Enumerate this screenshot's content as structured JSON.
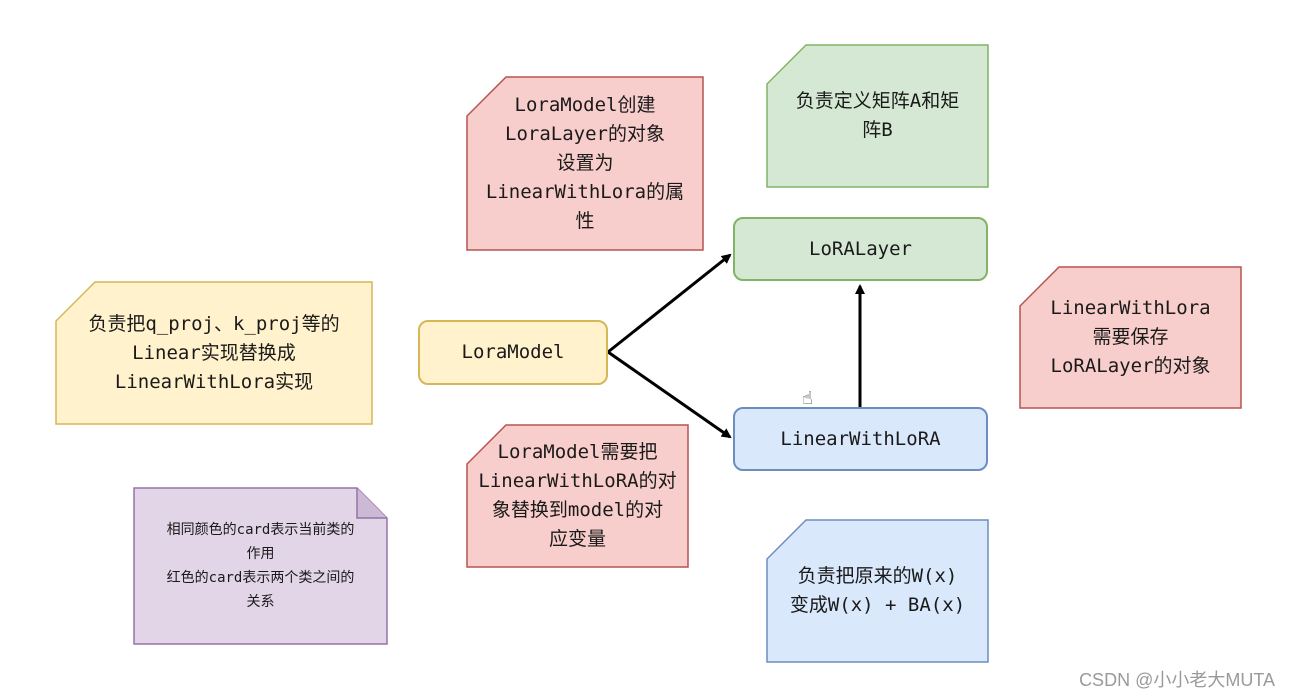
{
  "nodes": {
    "loramodel": "LoraModel",
    "loralayer": "LoRALayer",
    "linearwithlora": "LinearWithLoRA"
  },
  "notes": {
    "loramodel_desc": "负责把q_proj、k_proj等的\nLinear实现替换成\nLinearWithLora实现",
    "loramodel_create": "LoraModel创建\nLoraLayer的对象\n设置为\nLinearWithLora的属\n性",
    "loralayer_desc": "负责定义矩阵A和矩\n阵B",
    "linear_hold": "LinearWithLora\n需要保存\nLoRALayer的对象",
    "loramodel_replace": "LoraModel需要把\nLinearWithLoRA的对\n象替换到model的对\n应变量",
    "linear_desc": "负责把原来的W(x)\n变成W(x) + BA(x)",
    "legend": "相同颜色的card表示当前类的\n作用\n红色的card表示两个类之间的\n关系"
  },
  "colors": {
    "yellow_fill": "#fff2cc",
    "yellow_stroke": "#d6b656",
    "green_fill": "#d5e8d4",
    "green_stroke": "#82b366",
    "blue_fill": "#dae8fc",
    "blue_stroke": "#6c8ebf",
    "red_fill": "#f8cecc",
    "red_stroke": "#b85450",
    "purple_fill": "#e1d5e7",
    "purple_stroke": "#9673a6"
  },
  "watermark": "CSDN @小小老大MUTA"
}
